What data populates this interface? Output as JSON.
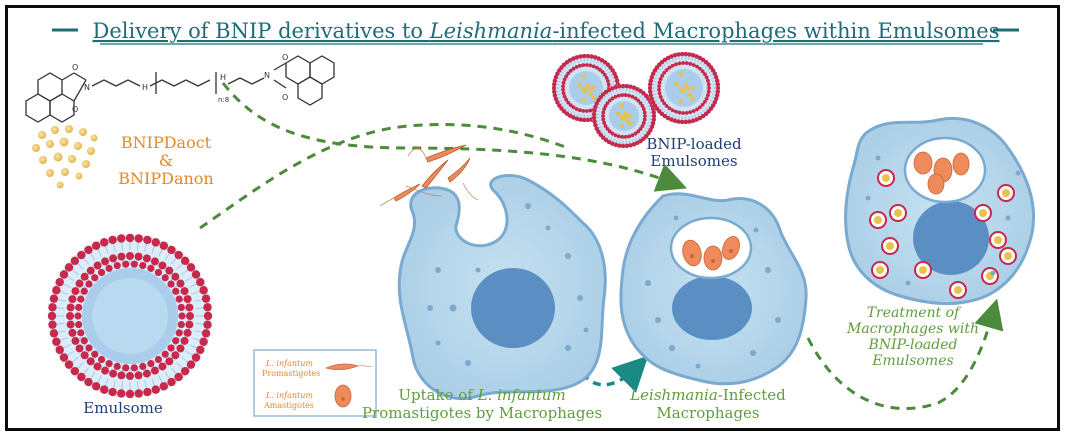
{
  "title": {
    "prefix": "Delivery of BNIP derivatives to ",
    "italic": "Leishmania",
    "suffix": "-infected Macrophages within Emulsomes"
  },
  "compounds": {
    "line1": "BNIPDaoct",
    "line2": "&",
    "line3": "BNIPDanon"
  },
  "structure_label": "n:8",
  "emulsome_label": "Emulsome",
  "loaded_label": {
    "line1": "BNIP-loaded",
    "line2": "Emulsomes"
  },
  "legend": {
    "promastigotes_species": "L. infantum",
    "promastigotes_stage": "Promastigotes",
    "amastigotes_species": "L. infantum",
    "amastigotes_stage": "Amastigotes"
  },
  "uptake_label": {
    "line1_prefix": "Uptake of ",
    "line1_italic": "L. infantum",
    "line2": "Promastigotes by Macrophages"
  },
  "infected_label": {
    "line1_italic": "Leishmania",
    "line1_suffix": "-Infected",
    "line2": "Macrophages"
  },
  "treatment_label": {
    "line1": "Treatment of",
    "line2": "Macrophages with",
    "line3": "BNIP-loaded",
    "line4": "Emulsomes"
  },
  "colors": {
    "title_teal": "#1f6b78",
    "green_text": "#5f9e3a",
    "orange_text": "#e08a2a",
    "navy_text": "#1f3f77",
    "cell_fill": "#b7d7ea",
    "cell_stroke": "#7aaad0",
    "nucleus": "#5b8fc4",
    "parasite": "#ef8b5a",
    "emulsome_red": "#c8284a",
    "lipid_blue": "#a9c8e6",
    "arrow_green": "#4c8a3c",
    "arrow_teal": "#1c8a84"
  }
}
